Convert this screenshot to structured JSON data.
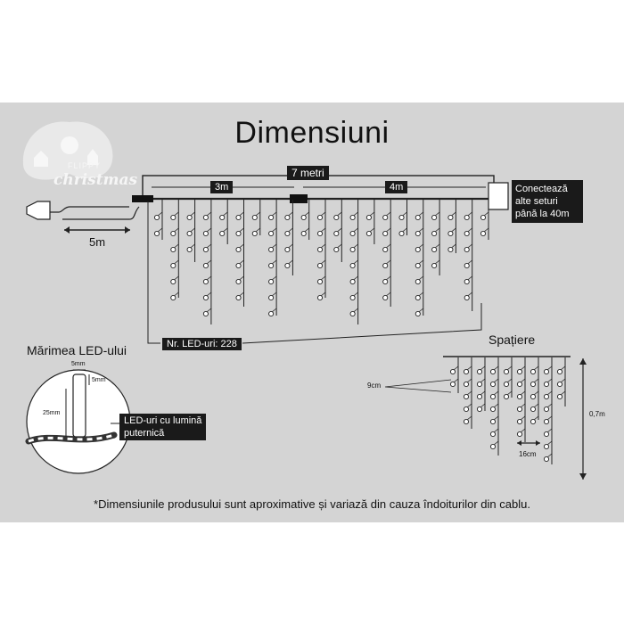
{
  "title": "Dimensiuni",
  "logo": {
    "brand_top": "FLIPPY",
    "brand_bottom": "christmas"
  },
  "dimensions": {
    "total_length": "7 metri",
    "segment_a": "3m",
    "segment_b": "4m",
    "lead_cable": "5m",
    "connect_note_line1": "Conectează",
    "connect_note_line2": "alte seturi",
    "connect_note_line3": "până la 40m",
    "led_count": "Nr. LED-uri: 228"
  },
  "led_size": {
    "heading": "Mărimea LED-ului",
    "width": "5mm",
    "depth": "5mm",
    "height": "25mm",
    "callout_line1": "LED-uri cu lumină",
    "callout_line2": "puternică"
  },
  "spacing": {
    "heading": "Spațiere",
    "vertical_gap": "9cm",
    "horizontal_gap": "16cm",
    "drop_height": "0,7m"
  },
  "footnote": "*Dimensiunile produsului sunt aproximative și variază din cauza îndoiturilor din cablu.",
  "colors": {
    "panel": "#d4d4d4",
    "ink": "#111111",
    "label_box": "#1a1a1a",
    "bulb": "#ffffff"
  }
}
